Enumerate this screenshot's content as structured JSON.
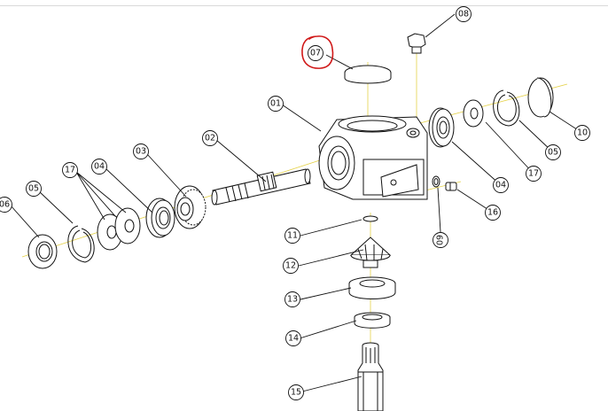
{
  "diagram": {
    "highlight_color": "#d01818",
    "axis_color": "#e5d24a",
    "ink_color": "#111111",
    "highlighted_label": "07",
    "callouts": [
      {
        "id": "c01",
        "label": "01"
      },
      {
        "id": "c02",
        "label": "02"
      },
      {
        "id": "c03",
        "label": "03"
      },
      {
        "id": "c04a",
        "label": "04"
      },
      {
        "id": "c04b",
        "label": "04"
      },
      {
        "id": "c05a",
        "label": "05"
      },
      {
        "id": "c05b",
        "label": "05"
      },
      {
        "id": "c06",
        "label": "06"
      },
      {
        "id": "c07",
        "label": "07"
      },
      {
        "id": "c08",
        "label": "08"
      },
      {
        "id": "c09",
        "label": "09"
      },
      {
        "id": "c10",
        "label": "10"
      },
      {
        "id": "c11",
        "label": "11"
      },
      {
        "id": "c12",
        "label": "12"
      },
      {
        "id": "c13",
        "label": "13"
      },
      {
        "id": "c14",
        "label": "14"
      },
      {
        "id": "c15",
        "label": "15"
      },
      {
        "id": "c16",
        "label": "16"
      },
      {
        "id": "c17a",
        "label": "17"
      },
      {
        "id": "c17b",
        "label": "17"
      }
    ]
  }
}
